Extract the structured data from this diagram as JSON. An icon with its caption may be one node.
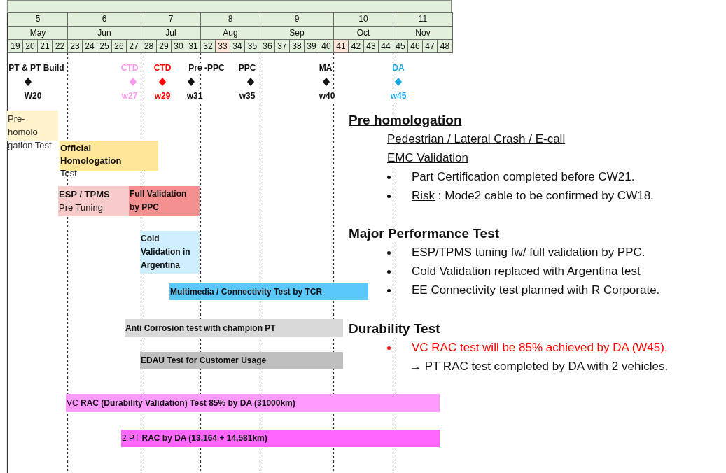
{
  "diagram": {
    "nodes": [
      {
        "text": [
          "Pre- homolo gation Test"
        ]
      },
      {
        "text": [
          "**Official Homologation** Test"
        ]
      },
      {
        "text": [
          "**ESP / TPMS** Pre Tuning"
        ]
      },
      {
        "text": [
          "Full Validation by PPC"
        ]
      },
      {
        "text": [
          "Cold Validation in Argentina"
        ]
      },
      {
        "text": [
          "Multimedia / Connectivity Test by TCR"
        ]
      },
      {
        "text": [
          "Anti Corrosion test with champion PT"
        ]
      },
      {
        "text": [
          "EDAU Test for Customer Usage"
        ]
      },
      {
        "text": [
          "VC **RAC (Durability Validation) Test 85% by DA (31000km)**"
        ]
      },
      {
        "text": [
          "2 PT **RAC by DA (13,164 + 14,581km)**"
        ]
      }
    ],
    "labels": [
      "5",
      "6",
      "7",
      "8",
      "9",
      "10",
      "11",
      "May",
      "Jun",
      "Jul",
      "Aug",
      "Sep",
      "Oct",
      "Nov",
      "19",
      "20",
      "21",
      "22",
      "23",
      "24",
      "25",
      "26",
      "27",
      "28",
      "29",
      "30",
      "31",
      "32",
      "33",
      "34",
      "35",
      "36",
      "37",
      "38",
      "39",
      "40",
      "41",
      "42",
      "43",
      "44",
      "45",
      "46",
      "47",
      "48",
      "PT & PT Build",
      "CTD",
      "CTD",
      "Pre -PPC",
      "PPC",
      "MA",
      "DA",
      "W20",
      "w27",
      "w29",
      "w31",
      "w35",
      "w40",
      "w45",
      "Pre homologation",
      "Pedestrian / Lateral Crash / E-call",
      "EMC Validation",
      "Part Certification completed before CW21.",
      "Risk : Mode2 cable to be confirmed by CW18.",
      "Major Performance Test",
      "ESP/TPMS tuning fw/ full validation by PPC.",
      "Cold Validation replaced with Argentina test",
      "EE Connectivity test planned with R Corporate.",
      "Durability Test",
      "VC RAC test will be 85% achieved by DA (W45).",
      "→ PT RAC test completed by DA with 2 vehicles."
    ]
  }
}
